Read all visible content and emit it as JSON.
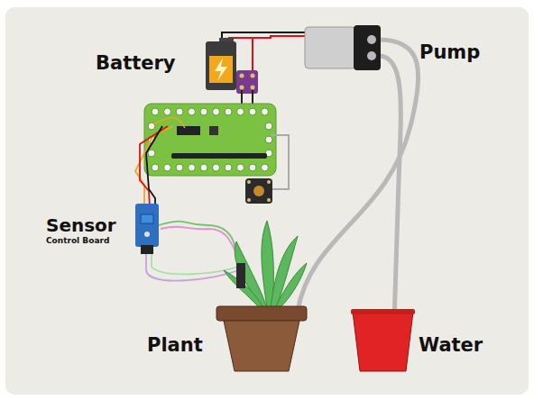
{
  "diagram": {
    "labels": [
      "Battery",
      "Pump",
      "Sensor",
      "Control Board",
      "Plant",
      "Water"
    ]
  }
}
